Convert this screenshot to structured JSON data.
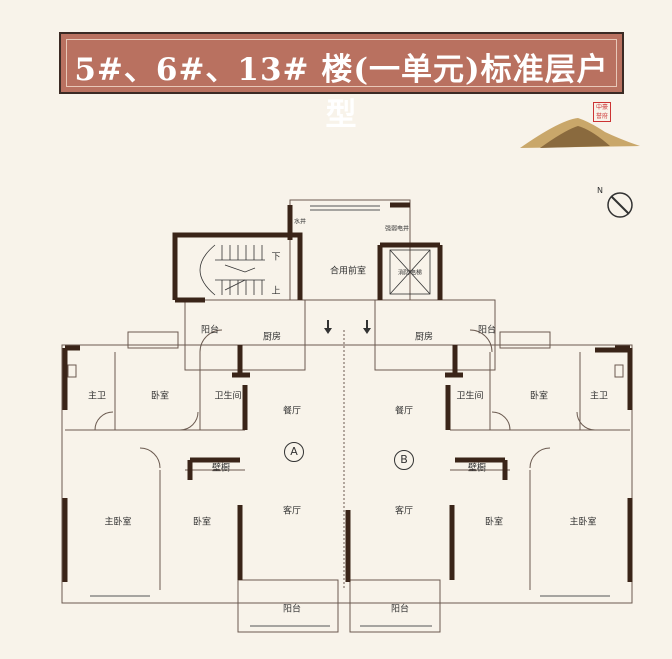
{
  "title": "5#、6#、13# 楼(一单元)标准层户型",
  "seal_text": "中豪誉府",
  "compass": {
    "label": "N"
  },
  "units": {
    "a": "A",
    "b": "B"
  },
  "rooms": {
    "shui_jing": "水井",
    "qiang_dian": "强弱电井",
    "xiao_fang": "消防电梯",
    "he_yong": "合用前室",
    "xia": "下",
    "shang": "上",
    "a_yangtai_top": "阳台",
    "a_chufang": "厨房",
    "b_chufang": "厨房",
    "b_yangtai_top": "阳台",
    "a_zhuwei": "主卫",
    "a_woshi1": "卧室",
    "a_weisheng": "卫生间",
    "a_canting": "餐厅",
    "b_canting": "餐厅",
    "b_weisheng": "卫生间",
    "b_woshi1": "卧室",
    "b_zhuwei": "主卫",
    "a_bichu": "壁橱",
    "b_bichu": "壁橱",
    "a_zhuwoshi": "主卧室",
    "a_woshi2": "卧室",
    "a_keting": "客厅",
    "b_keting": "客厅",
    "b_woshi2": "卧室",
    "b_zhuwoshi": "主卧室",
    "a_yangtai": "阳台",
    "b_yangtai": "阳台"
  },
  "colors": {
    "banner": "#b97160",
    "wall": "#3a2418",
    "background": "#f8f3ea"
  }
}
